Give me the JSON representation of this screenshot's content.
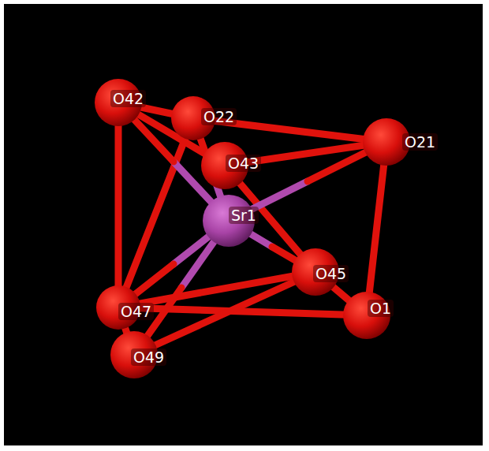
{
  "diagram": {
    "labels": [
      "O42",
      "O22",
      "O21",
      "O43",
      "Sr1",
      "O45",
      "O1",
      "O47",
      "O49"
    ]
  }
}
